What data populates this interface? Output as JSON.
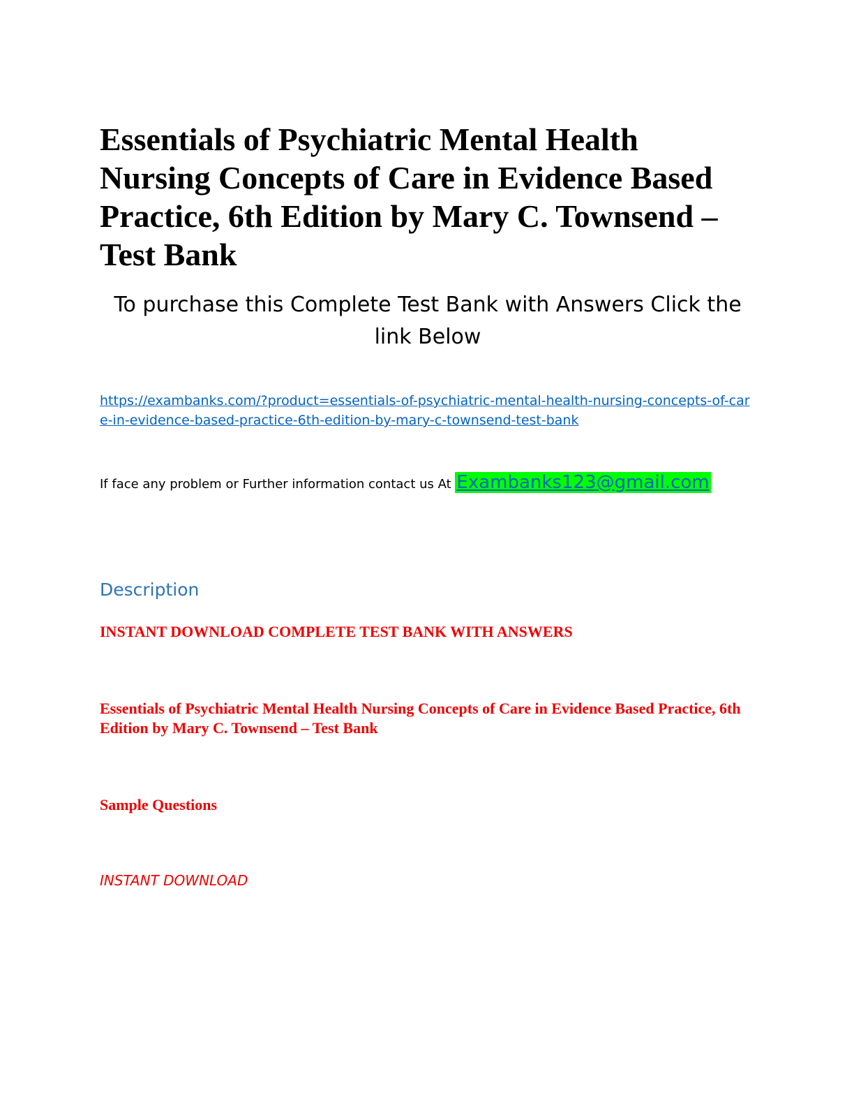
{
  "document": {
    "title": "Essentials of Psychiatric Mental Health Nursing Concepts of Care in Evidence Based Practice, 6th Edition by Mary C. Townsend – Test Bank",
    "subtitle": "To purchase this Complete Test Bank with Answers Click the link Below",
    "link_text": "https://exambanks.com/?product=essentials-of-psychiatric-mental-health-nursing-concepts-of-care-in-evidence-based-practice-6th-edition-by-mary-c-townsend-test-bank",
    "contact_text": "If face any problem or Further information contact us At ",
    "contact_email": "Exambanks123@gmail.com",
    "description_heading": "Description",
    "instant_download_heading": "INSTANT DOWNLOAD COMPLETE TEST BANK WITH ANSWERS",
    "book_title": "Essentials of Psychiatric Mental Health Nursing Concepts of Care in Evidence Based Practice, 6th Edition by Mary C. Townsend – Test Bank",
    "sample_questions": "Sample  Questions",
    "instant_download": "INSTANT DOWNLOAD"
  },
  "colors": {
    "link": "#0563c1",
    "email_highlight": "#00ff00",
    "description_heading": "#2e74b5",
    "red_text": "#ee0000"
  }
}
